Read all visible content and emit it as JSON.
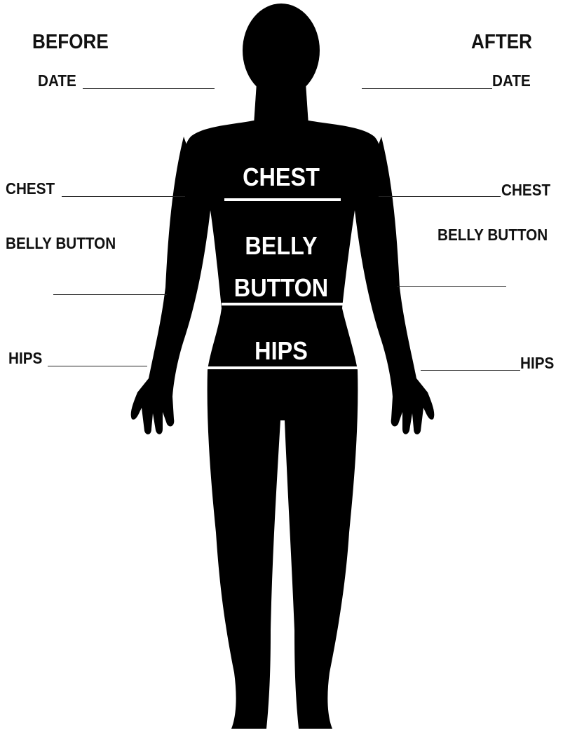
{
  "header": {
    "before_label": "BEFORE",
    "after_label": "AFTER"
  },
  "before": {
    "date_label": "DATE",
    "chest_label": "CHEST",
    "belly_button_label": "BELLY BUTTON",
    "hips_label": "HIPS"
  },
  "after": {
    "date_label": "DATE",
    "chest_label": "CHEST",
    "belly_button_label": "BELLY BUTTON",
    "hips_label": "HIPS"
  },
  "figure": {
    "chest_label": "CHEST",
    "belly_line1": "BELLY",
    "belly_line2": "BUTTON",
    "hips_label": "HIPS",
    "silhouette_color": "#000000",
    "label_color": "#ffffff"
  }
}
